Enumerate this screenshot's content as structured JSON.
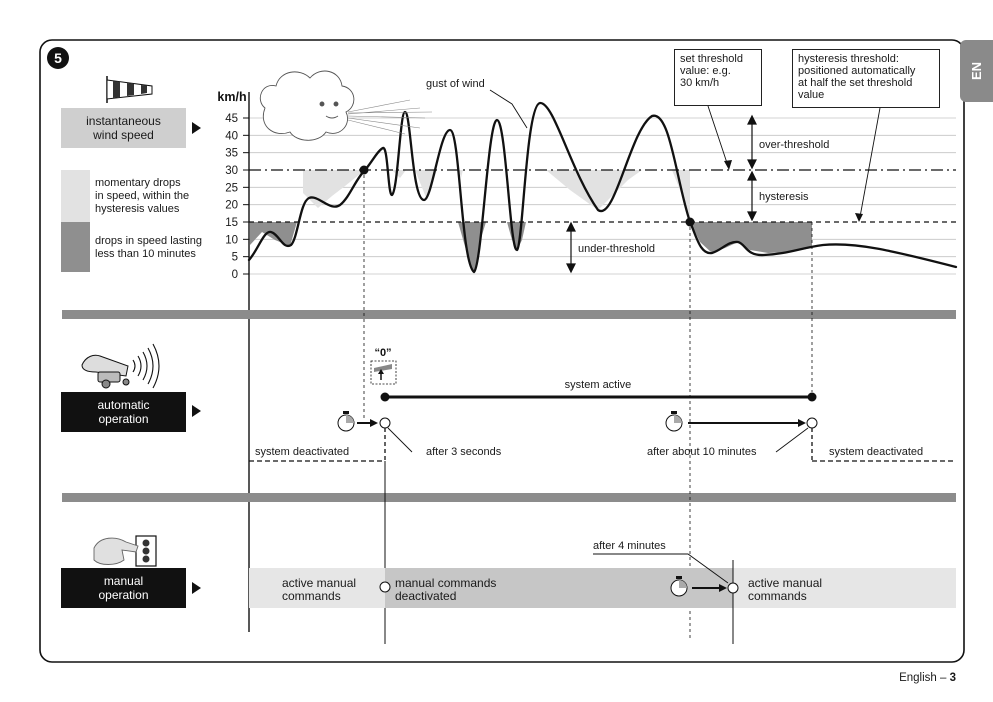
{
  "figure": {
    "number": "5",
    "lang_tab": "EN",
    "footer_text": "English – ",
    "footer_page": "3"
  },
  "wind": {
    "unit_label": "km/h",
    "yticks": [
      45,
      40,
      35,
      30,
      25,
      20,
      15,
      10,
      5,
      0
    ],
    "threshold_value": 30,
    "hysteresis_value": 15,
    "label_instantaneous": "instantaneous\nwind speed",
    "label_momentary": "momentary drops\nin speed, within the\nhysteresis values",
    "label_drops": "drops in speed lasting\nless than 10 minutes",
    "gust_label": "gust of wind",
    "note_threshold": "set threshold\nvalue: e.g.\n30 km/h",
    "note_hysteresis": "hysteresis threshold:\npositioned automatically\nat half the set threshold\nvalue",
    "over_threshold": "over-threshold",
    "hysteresis": "hysteresis",
    "under_threshold": "under-threshold"
  },
  "automatic": {
    "label": "automatic\noperation",
    "zero_label": "“0”",
    "system_active": "system active",
    "system_deactivated_left": "system deactivated",
    "system_deactivated_right": "system deactivated",
    "after_3_seconds": "after 3 seconds",
    "after_10_minutes": "after about 10 minutes"
  },
  "manual": {
    "label": "manual\noperation",
    "active_left": "active manual\ncommands",
    "deactivated": "manual commands\ndeactivated",
    "active_right": "active manual\ncommands",
    "after_4_minutes": "after 4 minutes"
  }
}
